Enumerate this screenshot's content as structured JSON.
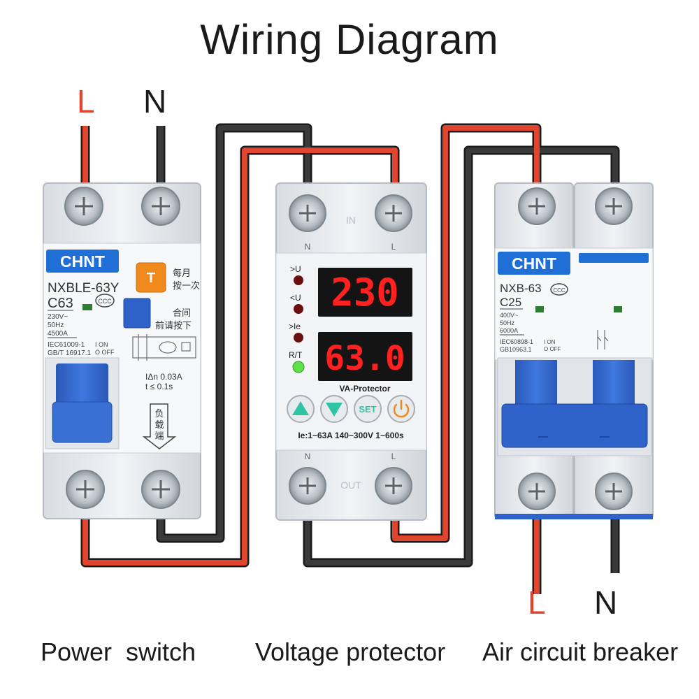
{
  "title": "Wiring Diagram",
  "terminals": {
    "input_L": "L",
    "input_N": "N",
    "output_L": "L",
    "output_N": "N"
  },
  "captions": {
    "power_switch": "Power  switch",
    "voltage_protector": "Voltage protector",
    "air_breaker": "Air circuit breaker"
  },
  "colors": {
    "live_wire": "#e2452e",
    "neutral_wire": "#2b2b2b",
    "brand_blue": "#1f6fd6",
    "handle_blue": "#2f63c9",
    "test_orange": "#f08a1c",
    "display_red": "#ff2020"
  },
  "power_switch": {
    "brand": "CHNT",
    "model": "NXBLE-63Y",
    "rating": "C63",
    "spec_lines": [
      "230V~",
      "50Hz",
      "4500A"
    ],
    "standards": [
      "IEC61009-1",
      "GB/T 16917.1"
    ],
    "on_off": [
      "I ON",
      "O OFF"
    ],
    "test_label": "T",
    "note_test": [
      "每月",
      "按一次"
    ],
    "note_close": [
      "合间",
      "前请按下"
    ],
    "sensitivity": [
      "IΔn 0.03A",
      "t ≤ 0.1s"
    ],
    "load_label": [
      "负",
      "载",
      "端"
    ]
  },
  "voltage_protector": {
    "in_label": "IN",
    "out_label": "OUT",
    "top_terminals": [
      "N",
      "L"
    ],
    "bottom_terminals": [
      "N",
      "L"
    ],
    "indicators": [
      ">U",
      "<U",
      ">Ie",
      "R/T"
    ],
    "display_top": "230",
    "display_bottom": "63.0",
    "name": "VA-Protector",
    "buttons": [
      "up-arrow",
      "down-arrow",
      "SET",
      "power"
    ],
    "set_label": "SET",
    "spec": "Ie:1~63A 140~300V 1~600s"
  },
  "air_breaker": {
    "brand": "CHNT",
    "model": "NXB-63",
    "rating": "C25",
    "spec_lines": [
      "400V~",
      "50Hz",
      "6000A"
    ],
    "standards": [
      "IEC60898-1",
      "GB10963.1"
    ],
    "on_off": [
      "I ON",
      "O OFF"
    ]
  }
}
